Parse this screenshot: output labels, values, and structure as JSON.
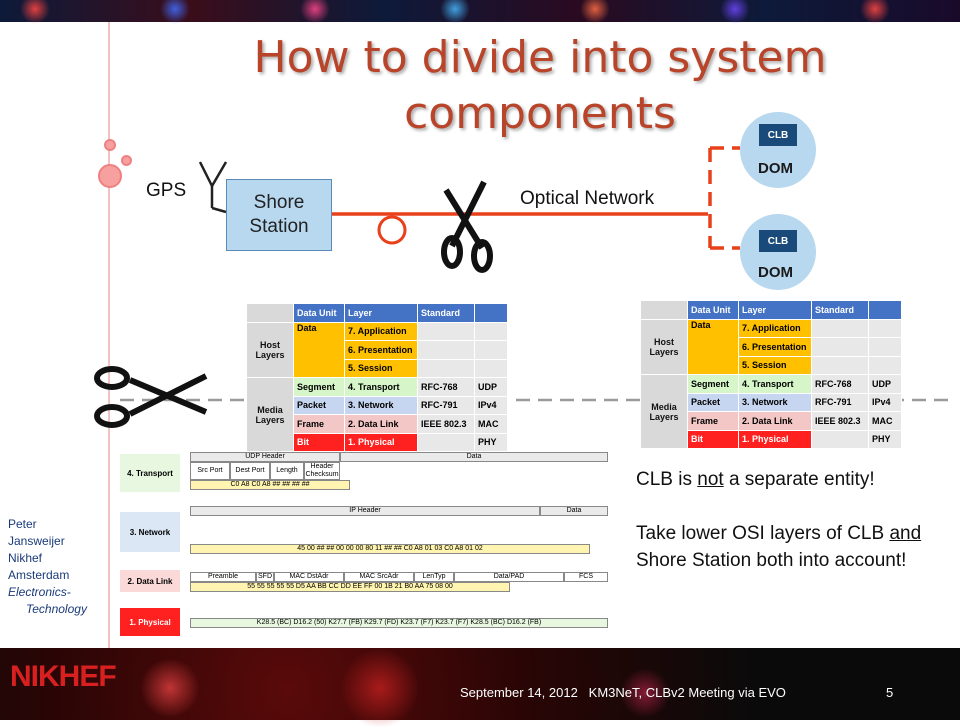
{
  "slide": {
    "title": "How to divide into system components",
    "footer_date": "September 14, 2012",
    "footer_event": "KM3NeT, CLBv2 Meeting via EVO",
    "page_number": "5",
    "logo_text": "NIKHEF"
  },
  "diagram": {
    "gps_label": "GPS",
    "shore_station": "Shore Station",
    "optical_network": "Optical Network",
    "dom_label": "DOM",
    "clb_label": "CLB"
  },
  "osi_table": {
    "headers": [
      "Data Unit",
      "Layer",
      "Standard"
    ],
    "host_layers": "Host Layers",
    "media_layers": "Media Layers",
    "rows": [
      {
        "unit": "Data",
        "layer": "7. Application",
        "std": "",
        "proto": ""
      },
      {
        "unit": "",
        "layer": "6. Presentation",
        "std": "",
        "proto": ""
      },
      {
        "unit": "",
        "layer": "5. Session",
        "std": "",
        "proto": ""
      },
      {
        "unit": "Segment",
        "layer": "4. Transport",
        "std": "RFC-768",
        "proto": "UDP"
      },
      {
        "unit": "Packet",
        "layer": "3. Network",
        "std": "RFC-791",
        "proto": "IPv4"
      },
      {
        "unit": "Frame",
        "layer": "2. Data Link",
        "std": "IEEE 802.3",
        "proto": "MAC"
      },
      {
        "unit": "Bit",
        "layer": "1. Physical",
        "std": "",
        "proto": "PHY"
      }
    ]
  },
  "frames": {
    "transport": "4. Transport",
    "network": "3. Network",
    "datalink": "2. Data Link",
    "physical": "1. Physical",
    "udp_header": "UDP Header",
    "data": "Data",
    "ip_header": "IP Header",
    "src_port": "Src Port",
    "dest_port": "Dest Port",
    "length": "Length",
    "header_checksum": "Header Checksum",
    "preamble": "Preamble",
    "sfd": "SFD",
    "mac_dst": "MAC DstAdr",
    "mac_src": "MAC SrcAdr",
    "lentyp": "LenTyp",
    "data_pad": "Data/PAD",
    "fcs": "FCS",
    "udp_bytes": "C0 A8 C0 A8 ## ## ## ##",
    "ip_bytes": "45 00 ## ## 00 00 00 80 11 ## ## C0 A8 01 03 C0 A8 01 02",
    "mac_bytes": "55 55 55 55 55 D5 AA BB CC DD EE FF 00 1B 21 B0 AA 75 08 00",
    "phy_codes": "K28.5 (BC) D16.2 (50) K27.7 (FB) K29.7 (FD) K23.7 (F7) K23.7 (F7) K28.5 (BC) D16.2 (FB)"
  },
  "note": {
    "line1_pre": "CLB is ",
    "line1_u": "not",
    "line1_post": " a separate entity!",
    "line2_pre": "Take lower OSI layers of CLB ",
    "line2_u": "and",
    "line2_post": " Shore Station both into account!"
  },
  "author": {
    "name1": "Peter",
    "name2": "Jansweijer",
    "org": "Nikhef",
    "city": "Amsterdam",
    "dept1": "Electronics-",
    "dept2": "Technology"
  },
  "colors": {
    "title": "#b8442a",
    "network_line": "#e8401a",
    "dom": "#b8d8f0",
    "clb": "#1a4a7a"
  }
}
